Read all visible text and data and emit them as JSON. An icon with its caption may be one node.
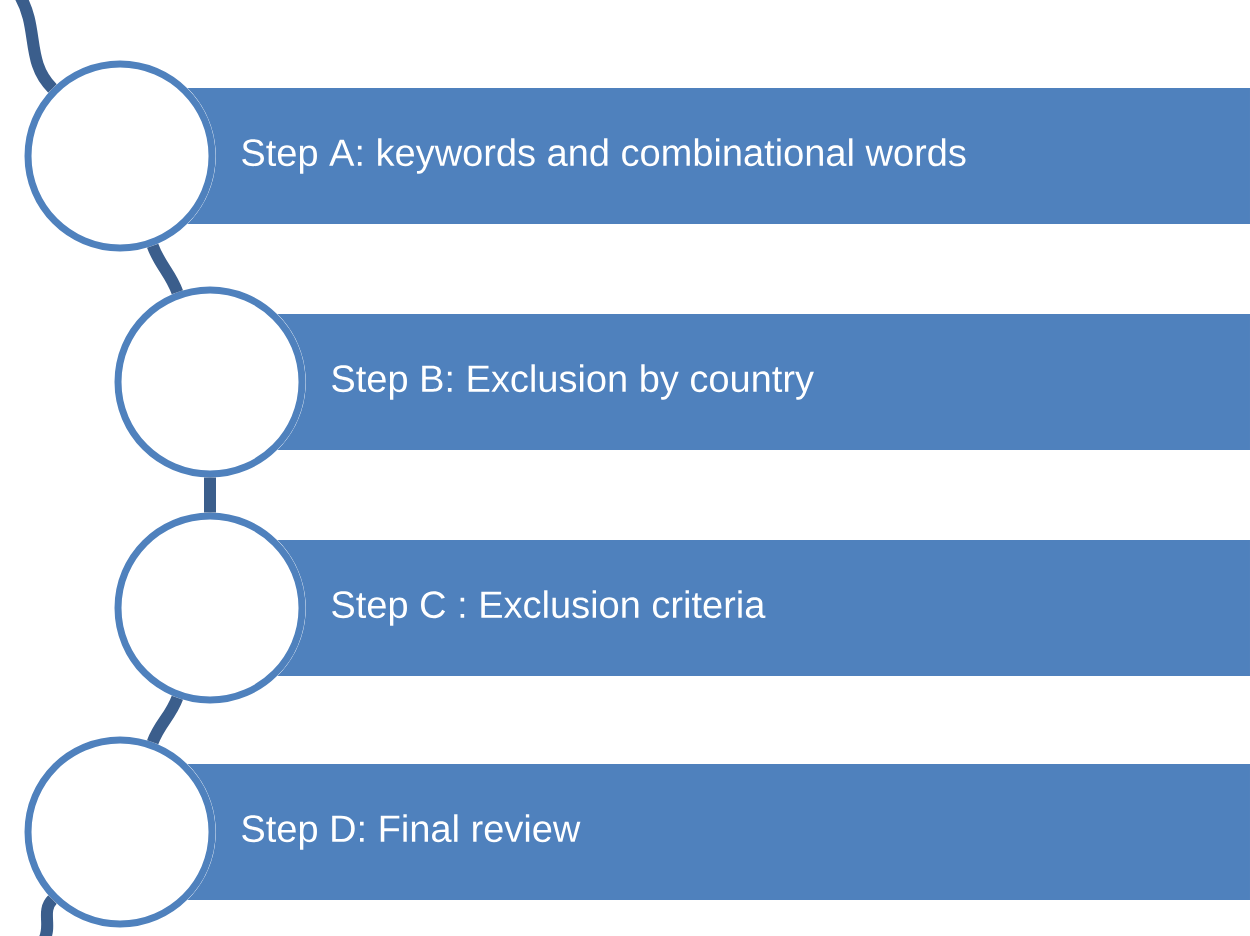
{
  "diagram": {
    "nodes": [
      {
        "text": [],
        "shape": "circle"
      },
      {
        "text": [
          "Step A: keywords and combinational words"
        ]
      },
      {
        "text": [],
        "shape": "circle"
      },
      {
        "text": [
          "Step B: Exclusion by country"
        ]
      },
      {
        "text": [],
        "shape": "circle"
      },
      {
        "text": [
          "Step C : Exclusion criteria"
        ]
      },
      {
        "text": [],
        "shape": "circle"
      },
      {
        "text": [
          "Step D: Final review"
        ]
      }
    ],
    "edges": [
      {
        "from": 0,
        "to": 2,
        "arrow": "none"
      },
      {
        "from": 2,
        "to": 4,
        "arrow": "none"
      },
      {
        "from": 4,
        "to": 6,
        "arrow": "none"
      }
    ]
  }
}
